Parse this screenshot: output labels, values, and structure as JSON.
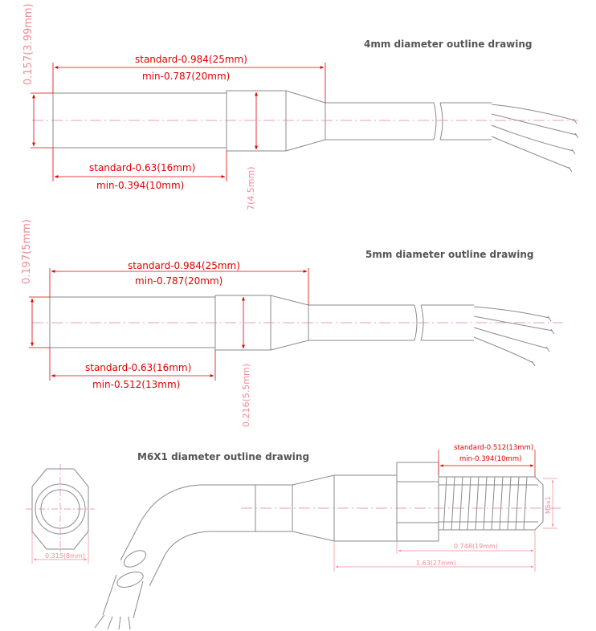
{
  "colors": {
    "outline": "#8a8a8a",
    "dimension": "#e00000",
    "centerline": "#e97ab5",
    "faint": "#f08a96"
  },
  "d4": {
    "title": "4mm diameter outline drawing",
    "overall_std": "standard-0.984(25mm)",
    "overall_min": "min-0.787(20mm)",
    "sheath_std": "standard-0.63(16mm)",
    "sheath_min": "min-0.394(10mm)",
    "dia": "0.157(3.99mm)",
    "collar": "7(4.5mm)"
  },
  "d5": {
    "title": "5mm diameter outline drawing",
    "overall_std": "standard-0.984(25mm)",
    "overall_min": "min-0.787(20mm)",
    "sheath_std": "standard-0.63(16mm)",
    "sheath_min": "min-0.512(13mm)",
    "dia": "0.197(5mm)",
    "collar": "0.216(5.5mm)"
  },
  "m6": {
    "title": "M6X1 diameter outline drawing",
    "thread_std": "standard-0.512(13mm)",
    "thread_min": "min-0.394(10mm)",
    "hex": "0.315(8mm)",
    "len_19": "0.748(19mm)",
    "len_27": "1.63(27mm)",
    "thread": "M6x1"
  }
}
